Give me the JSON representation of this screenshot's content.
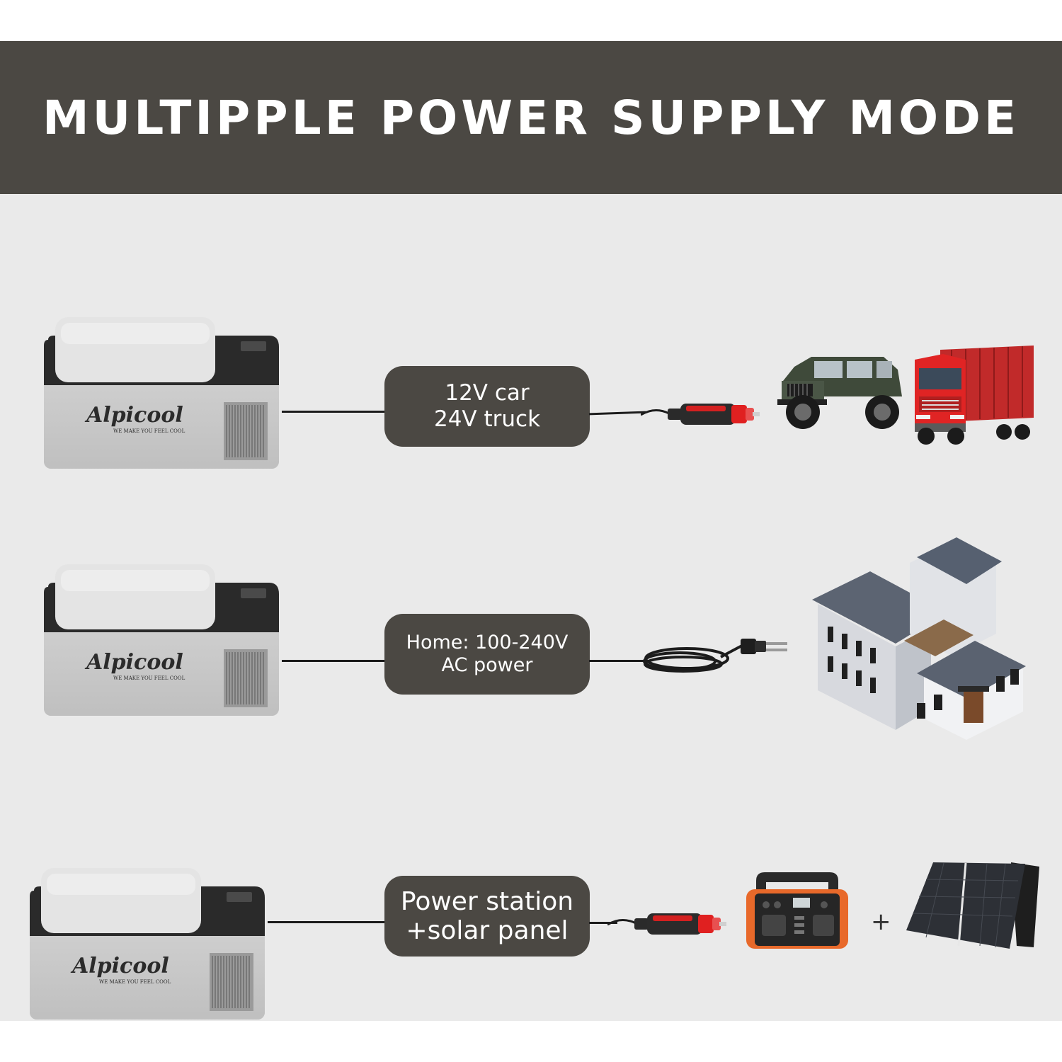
{
  "banner": {
    "title": "MULTIPPLE POWER SUPPLY MODE"
  },
  "brand": {
    "logo_text": "Alpicool",
    "tagline": "WE MAKE YOU FEEL COOL"
  },
  "rows": [
    {
      "label_line1": "12V car",
      "label_line2": "24V truck",
      "devices": [
        "jeep-icon",
        "red-truck-icon"
      ],
      "connector": "car-plug-icon"
    },
    {
      "label_line1": "Home: 100-240V",
      "label_line2": "AC power",
      "devices": [
        "house-icon"
      ],
      "connector": "ac-cord-icon"
    },
    {
      "label_line1": "Power station",
      "label_line2": "+solar panel",
      "devices": [
        "power-station-icon",
        "solar-panel-icon"
      ],
      "connector": "car-plug-icon",
      "joiner": "+"
    }
  ],
  "colors": {
    "banner_bg": "#4b4843",
    "panel_bg": "#eaeaea",
    "pill_bg": "#4b4843",
    "plug_red": "#e02020",
    "truck_red": "#d61f1f",
    "station_orange": "#e8692a"
  }
}
